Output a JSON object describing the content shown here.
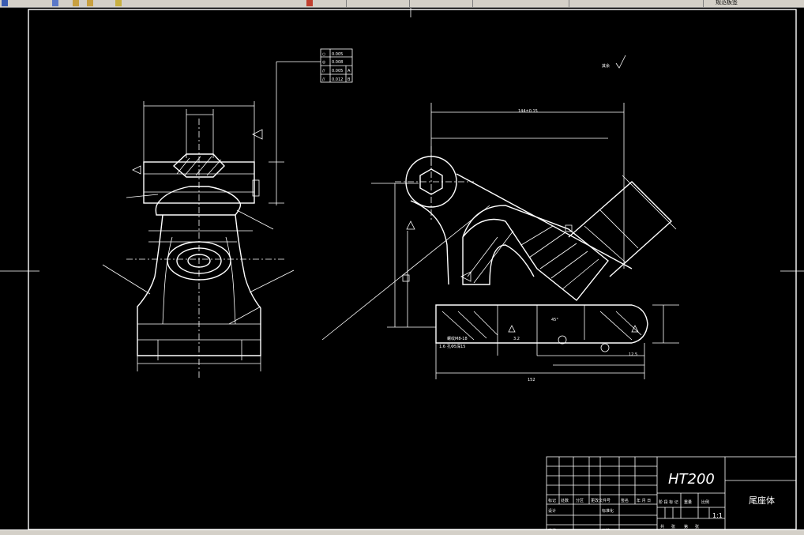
{
  "toolbar": {
    "tab_label": "规范板签"
  },
  "drawing": {
    "surface_finish_note": "其余",
    "gdt_table": [
      {
        "symbol": "○",
        "value": "0.005",
        "datum": ""
      },
      {
        "symbol": "◎",
        "value": "0.008",
        "datum": ""
      },
      {
        "symbol": "//",
        "value": "0.005",
        "datum": "A"
      },
      {
        "symbol": "//",
        "value": "0.012",
        "datum": "B"
      }
    ],
    "dimensions": {
      "top_length": "144±0.15",
      "bottom_length": "152",
      "hole_note_1": "螺纹M8-18",
      "hole_note_2": "孔Φ5深15",
      "ra_1": "1.6",
      "ra_2": "12.5",
      "ra_3": "3.2",
      "angle": "45°"
    }
  },
  "title_block": {
    "material": "HT200",
    "part_name": "尾座体",
    "scale": "1:1",
    "header_cells": [
      "标记",
      "处数",
      "分区",
      "更改文件号",
      "签名",
      "年 月 日"
    ],
    "row_labels": [
      "设计",
      "标准化",
      "审核",
      "工艺"
    ],
    "stage_cells": [
      "阶 段 标 记",
      "重量",
      "比例"
    ],
    "sheet_cells": [
      "共",
      "张",
      "第",
      "张"
    ]
  }
}
